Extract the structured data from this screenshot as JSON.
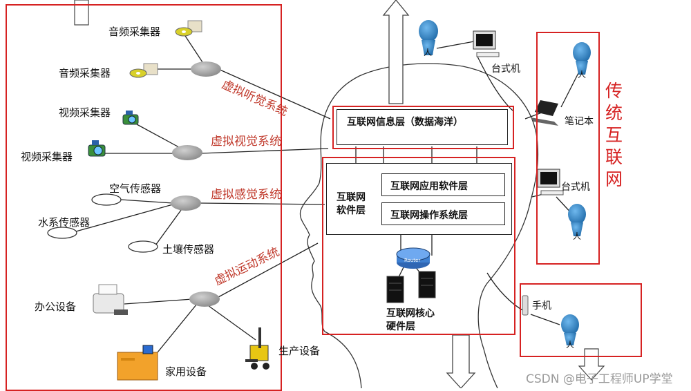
{
  "sensors": {
    "audio1": "音频采集器",
    "audio2": "音频采集器",
    "video1": "视频采集器",
    "video2": "视频采集器",
    "air": "空气传感器",
    "water": "水系传感器",
    "soil": "土壤传感器",
    "office": "办公设备",
    "home": "家用设备",
    "production": "生产设备"
  },
  "systems": {
    "hearing": "虚拟听觉系统",
    "vision": "虚拟视觉系统",
    "sense": "虚拟感觉系统",
    "motion": "虚拟运动系统"
  },
  "layers": {
    "info": "互联网信息层（数据海洋）",
    "software_line1": "互联网",
    "software_line2": "软件层",
    "app": "互联网应用软件层",
    "os": "互联网操作系统层",
    "core_line1": "互联网核心",
    "core_line2": "硬件层",
    "router_label": "Router"
  },
  "traditional": {
    "title": "传统互联网",
    "desktop1": "台式机",
    "desktop2": "台式机",
    "laptop": "笔记本",
    "phone": "手机",
    "person": "人"
  },
  "watermark": "CSDN @电子工程师UP学堂",
  "colors": {
    "accent_red": "#d62222",
    "system_text": "#c0392b",
    "node_gray": "#9e9e9e",
    "person_blue": "#2b7fc2"
  }
}
